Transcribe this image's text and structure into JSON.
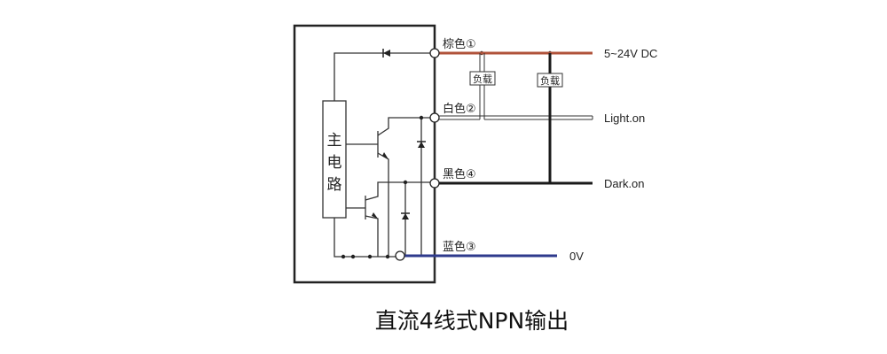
{
  "diagram": {
    "caption": "直流4线式NPN输出",
    "main_circuit": {
      "label_chars": [
        "主",
        "电",
        "路"
      ]
    },
    "wires": [
      {
        "id": "brown",
        "label": "棕色①",
        "terminal": "5~24V DC",
        "color": "#b0523a"
      },
      {
        "id": "white",
        "label": "白色②",
        "terminal": "Light.on",
        "color": "#ffffff"
      },
      {
        "id": "black",
        "label": "黑色④",
        "terminal": "Dark.on",
        "color": "#1a1a1a"
      },
      {
        "id": "blue",
        "label": "蓝色③",
        "terminal": "0V",
        "color": "#2e3a8c"
      }
    ],
    "loads": [
      {
        "label": "负载"
      },
      {
        "label": "负载"
      }
    ]
  }
}
